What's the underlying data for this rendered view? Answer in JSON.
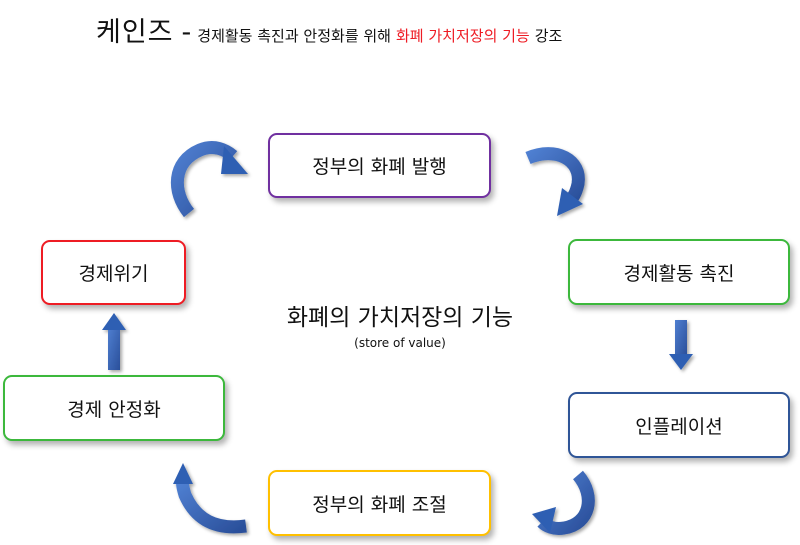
{
  "title": {
    "name": "케인즈",
    "dash": "-",
    "subtitle": "경제활동 촉진과 안정화를 위해",
    "highlight": "화폐 가치저장의 기능",
    "ending": "강조",
    "highlight_color": "#ee1c24"
  },
  "nodes": {
    "government_issue": {
      "label": "정부의 화폐 발행",
      "border_color": "#7030a0"
    },
    "economic_promotion": {
      "label": "경제활동 촉진",
      "border_color": "#3cb83c"
    },
    "inflation": {
      "label": "인플레이션",
      "border_color": "#2f5597"
    },
    "government_control": {
      "label": "정부의 화폐 조절",
      "border_color": "#ffc000"
    },
    "economic_stabilization": {
      "label": "경제 안정화",
      "border_color": "#3cb83c"
    },
    "economic_crisis": {
      "label": "경제위기",
      "border_color": "#ee1c24"
    }
  },
  "center": {
    "main": "화폐의 가치저장의 기능",
    "sub": "(store of value)"
  },
  "arrow_color": "#2f5fb3",
  "cycle_order": [
    "정부의 화폐 발행",
    "경제활동 촉진",
    "인플레이션",
    "정부의 화폐 조절",
    "경제 안정화",
    "경제위기"
  ]
}
